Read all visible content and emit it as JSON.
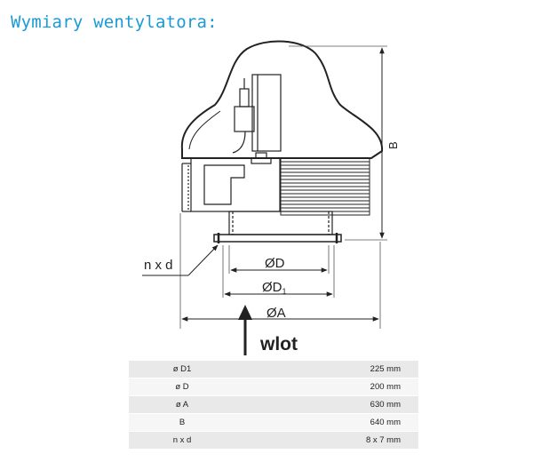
{
  "title": "Wymiary wentylatora:",
  "labels": {
    "nxd": "n x d",
    "D": "ØD",
    "D1_main": "ØD",
    "D1_sub": "1",
    "A": "ØA",
    "B": "B",
    "inlet": "wlot"
  },
  "table": [
    {
      "key": "ø D1",
      "value": "225 mm"
    },
    {
      "key": "ø D",
      "value": "200 mm"
    },
    {
      "key": "ø A",
      "value": "630 mm"
    },
    {
      "key": "B",
      "value": "640 mm"
    },
    {
      "key": "n x d",
      "value": "8 x 7 mm"
    }
  ]
}
